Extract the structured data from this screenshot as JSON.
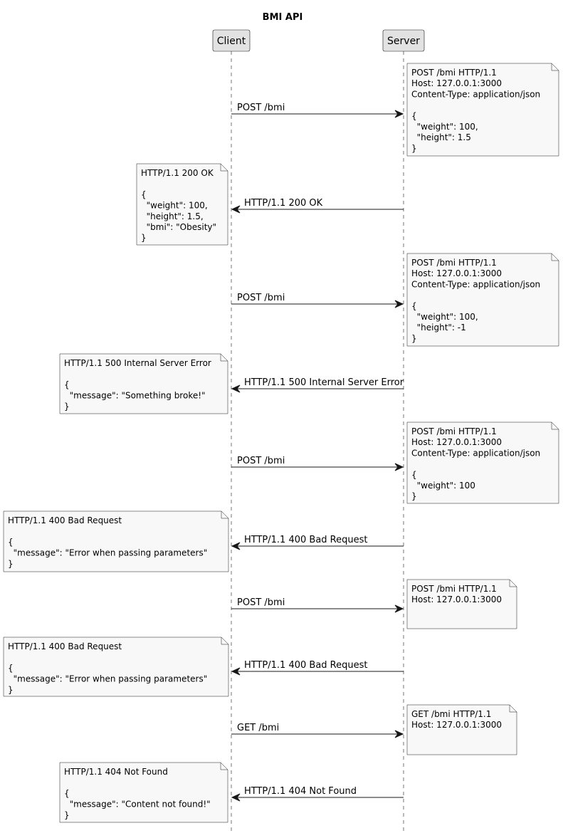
{
  "title": "BMI API",
  "participants": [
    {
      "id": "client",
      "label": "Client"
    },
    {
      "id": "server",
      "label": "Server"
    }
  ],
  "messages": [
    {
      "from": "client",
      "to": "server",
      "label": "POST /bmi",
      "note": {
        "side": "right",
        "lines": [
          "POST /bmi HTTP/1.1",
          "Host: 127.0.0.1:3000",
          "Content-Type: application/json",
          "",
          "{",
          "  \"weight\": 100,",
          "  \"height\": 1.5",
          "}"
        ]
      }
    },
    {
      "from": "server",
      "to": "client",
      "label": "HTTP/1.1 200 OK",
      "note": {
        "side": "left",
        "lines": [
          "HTTP/1.1 200 OK",
          "",
          "{",
          "  \"weight\": 100,",
          "  \"height\": 1.5,",
          "  \"bmi\": \"Obesity\"",
          "}"
        ]
      }
    },
    {
      "from": "client",
      "to": "server",
      "label": "POST /bmi",
      "note": {
        "side": "right",
        "lines": [
          "POST /bmi HTTP/1.1",
          "Host: 127.0.0.1:3000",
          "Content-Type: application/json",
          "",
          "{",
          "  \"weight\": 100,",
          "  \"height\": -1",
          "}"
        ]
      }
    },
    {
      "from": "server",
      "to": "client",
      "label": "HTTP/1.1 500 Internal Server Error",
      "note": {
        "side": "left",
        "lines": [
          "HTTP/1.1 500 Internal Server Error",
          "",
          "{",
          "  \"message\": \"Something broke!\"",
          "}"
        ]
      }
    },
    {
      "from": "client",
      "to": "server",
      "label": "POST /bmi",
      "note": {
        "side": "right",
        "lines": [
          "POST /bmi HTTP/1.1",
          "Host: 127.0.0.1:3000",
          "Content-Type: application/json",
          "",
          "{",
          "  \"weight\": 100",
          "}"
        ]
      }
    },
    {
      "from": "server",
      "to": "client",
      "label": "HTTP/1.1 400 Bad Request",
      "note": {
        "side": "left",
        "lines": [
          "HTTP/1.1 400 Bad Request",
          "",
          "{",
          "  \"message\": \"Error when passing parameters\"",
          "}"
        ]
      }
    },
    {
      "from": "client",
      "to": "server",
      "label": "POST /bmi",
      "note": {
        "side": "right",
        "lines": [
          "POST /bmi HTTP/1.1",
          "Host: 127.0.0.1:3000",
          "",
          ""
        ]
      }
    },
    {
      "from": "server",
      "to": "client",
      "label": "HTTP/1.1 400 Bad Request",
      "note": {
        "side": "left",
        "lines": [
          "HTTP/1.1 400 Bad Request",
          "",
          "{",
          "  \"message\": \"Error when passing parameters\"",
          "}"
        ]
      }
    },
    {
      "from": "client",
      "to": "server",
      "label": "GET /bmi",
      "note": {
        "side": "right",
        "lines": [
          "GET /bmi HTTP/1.1",
          "Host: 127.0.0.1:3000",
          "",
          ""
        ]
      }
    },
    {
      "from": "server",
      "to": "client",
      "label": "HTTP/1.1 404 Not Found",
      "note": {
        "side": "left",
        "lines": [
          "HTTP/1.1 404 Not Found",
          "",
          "{",
          "  \"message\": \"Content not found!\"",
          "}"
        ]
      }
    }
  ],
  "colors": {
    "participant_fill": "#e2e2e2",
    "participant_stroke": "#181818",
    "lifeline": "#181818",
    "note_fill": "#f8f8f8",
    "note_stroke": "#181818",
    "arrow": "#181818",
    "text": "#000000"
  }
}
